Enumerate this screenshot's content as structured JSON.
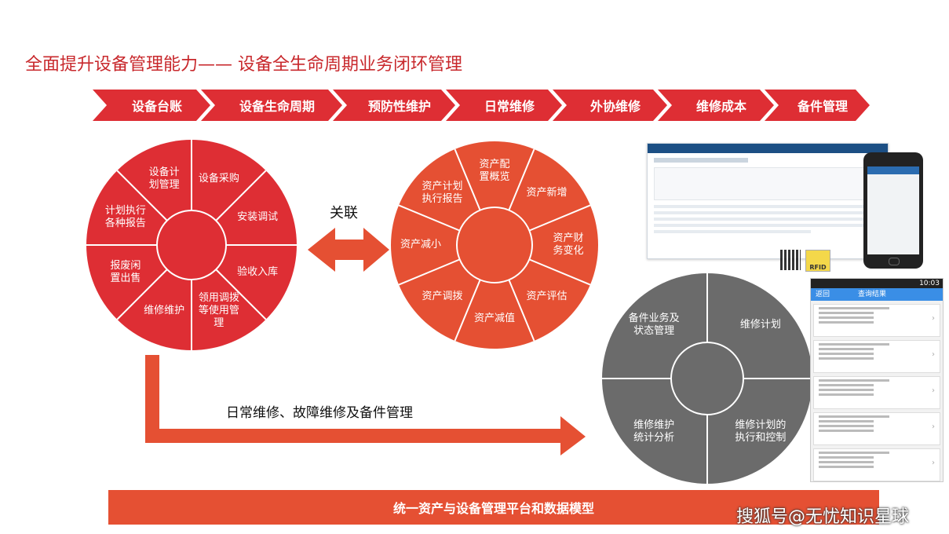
{
  "title": "全面提升设备管理能力—— 设备全生命周期业务闭环管理",
  "steps": [
    "设备台账",
    "设备生命周期",
    "预防性维护",
    "日常维修",
    "外协维修",
    "维修成本",
    "备件管理"
  ],
  "circle_left": [
    "设备计\n划管理",
    "设备采购",
    "安装调试",
    "验收入库",
    "领用调拨\n等使用管\n理",
    "维修维护",
    "报废闲\n置出售",
    "计划执行\n各种报告"
  ],
  "relation_label": "关联",
  "circle_middle": [
    "资产配\n置概览",
    "资产新增",
    "资产财\n务变化",
    "资产评估",
    "资产减值",
    "资产调拨",
    "资产减小",
    "资产计划\n执行报告"
  ],
  "flow_label": "日常维修、故障维修及备件管理",
  "circle_gray": [
    "维修计划",
    "维修计划的\n执行和控制",
    "维修维护\n统计分析",
    "备件业务及\n状态管理"
  ],
  "platform_label": "统一资产与设备管理平台和数据模型",
  "watermark": "搜狐号@无忧知识星球",
  "screens": {
    "rfid": "RFID",
    "phone_time": "10:03",
    "phone_back": "返回",
    "phone_title": "查询结果"
  },
  "colors": {
    "red": "#de2e34",
    "orange": "#e55033",
    "gray": "#6b6b6b"
  }
}
